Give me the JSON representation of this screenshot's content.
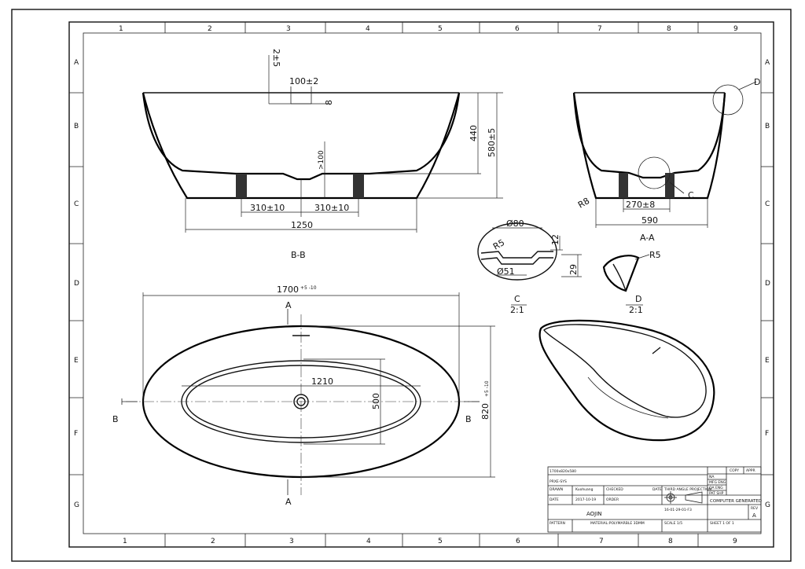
{
  "grid": {
    "columns": [
      "1",
      "2",
      "3",
      "4",
      "5",
      "6",
      "7",
      "8",
      "9"
    ],
    "rows": [
      "A",
      "B",
      "C",
      "D",
      "E",
      "F",
      "G"
    ]
  },
  "views": {
    "bb": {
      "label": "B-B"
    },
    "aa": {
      "label": "A-A"
    },
    "detail_c": {
      "letter": "C",
      "scale": "2:1"
    },
    "detail_d": {
      "letter": "D",
      "scale": "2:1"
    }
  },
  "dimensions": {
    "bb_top_drain": "2±5",
    "bb_overflow_width": "100±2",
    "bb_overflow_small": "8",
    "bb_inner_depth": "440",
    "bb_total_height": "580±5",
    "bb_drain_height": ">100",
    "bb_foot_left": "310±10",
    "bb_foot_right": "310±10",
    "bb_base_length": "1250",
    "aa_foot_spacing": "270±8",
    "aa_base_width": "590",
    "aa_radius": "R8",
    "aa_callout_d": "D",
    "aa_callout_c": "C",
    "c_diameter_top": "Ø80",
    "c_radius": "R5",
    "c_height_12": "12",
    "c_height_29": "29",
    "c_diameter_bottom": "Ø51",
    "d_radius": "R5",
    "plan_length": "1700",
    "plan_length_tol": "+5 -10",
    "plan_width": "820",
    "plan_width_tol": "+5 -10",
    "plan_inner_length": "1210",
    "plan_inner_width": "500",
    "section_a_top": "A",
    "section_a_bottom": "A",
    "section_b_left": "B",
    "section_b_right": "B"
  },
  "title_block": {
    "size": "1700x820x580",
    "material_code": "PRXE-SYS",
    "drawn_label": "DRAWN",
    "drawn_value": "Kuohuang",
    "checked_label": "CHECKED",
    "date_label": "DATE",
    "date_value": "2017-10-19",
    "order_label": "ORDER",
    "date2_label": "DATE",
    "projection": "THIRD ANGLE PROJECTION",
    "part_no": "16-01-29-01-F3",
    "copy_label": "COPY",
    "appr_label": "APPR",
    "rev_rows": [
      "NA",
      "MFG ENG",
      "QA ENG",
      "PAT SHP"
    ],
    "computer_generated": "COMPUTER GENERATED",
    "company": "AOJIN",
    "rev_label": "REV",
    "rev_value": "A",
    "pattern_label": "PATTERN",
    "material_label": "MATERIAL:POLYMARBLE 3DMM",
    "scale_label": "SCALE 1/5",
    "sheet_label": "SHEET 1 OF 1"
  },
  "icons": {
    "projection_symbol": "third-angle-projection-icon"
  }
}
